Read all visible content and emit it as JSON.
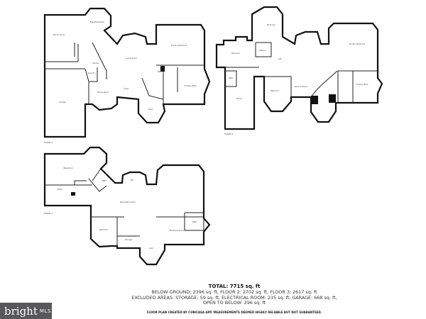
{
  "floors": [
    {
      "label": "FLOOR 2",
      "rooms": [
        "Family Room",
        "Breakfast Room",
        "Kitchen",
        "Living Room",
        "Primary Bedroom",
        "Dining Room",
        "Foyer",
        "Garage",
        "Study",
        "Primary Bath",
        "Bath",
        "Laundry"
      ]
    },
    {
      "label": "FLOOR 3",
      "rooms": [
        "Bedroom",
        "Bedroom",
        "Loft",
        "Open to Below",
        "Primary Bedroom",
        "Bedroom",
        "Primary Bath",
        "Bonus",
        "Bath",
        "Walk-in"
      ]
    },
    {
      "label": "FLOOR 1",
      "rooms": [
        "Basement",
        "Bath",
        "Recreation Room",
        "Bedroom",
        "Bar",
        "Storage",
        "Electrical Room",
        "Bath",
        "Gym",
        "Utility"
      ]
    }
  ],
  "summary": {
    "total": "TOTAL: 7715 sq. ft",
    "line1": "BELOW GROUND: 2396 sq. ft, FLOOR 2: 2702 sq. ft, FLOOR 3: 2617 sq. ft",
    "line2": "EXCLUDED AREAS: STORAGE: 59 sq. ft, ELECTRICAL ROOM: 235 sq. ft, GARAGE: 668 sq. ft,",
    "line3": "OPEN TO BELOW: 296 sq. ft",
    "credit": "FLOOR PLAN CREATED BY CUBICASA APP. MEASUREMENTS DEEMED HIGHLY RELIABLE BUT NOT GUARANTEED."
  },
  "logo": {
    "brand": "bright",
    "suffix": "MLS"
  }
}
